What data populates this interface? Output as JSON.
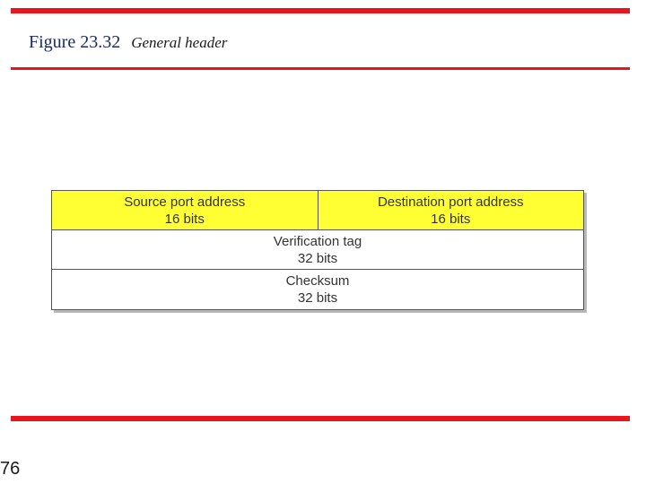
{
  "figure": {
    "number": "Figure 23.32",
    "caption": "General header"
  },
  "page_number": "76",
  "header_fields": {
    "row1": [
      {
        "name": "Source port address",
        "size": "16 bits"
      },
      {
        "name": "Destination port address",
        "size": "16 bits"
      }
    ],
    "row2": {
      "name": "Verification tag",
      "size": "32 bits"
    },
    "row3": {
      "name": "Checksum",
      "size": "32 bits"
    }
  },
  "colors": {
    "accent_rule": "#e8141e",
    "highlight": "#ffff33"
  }
}
